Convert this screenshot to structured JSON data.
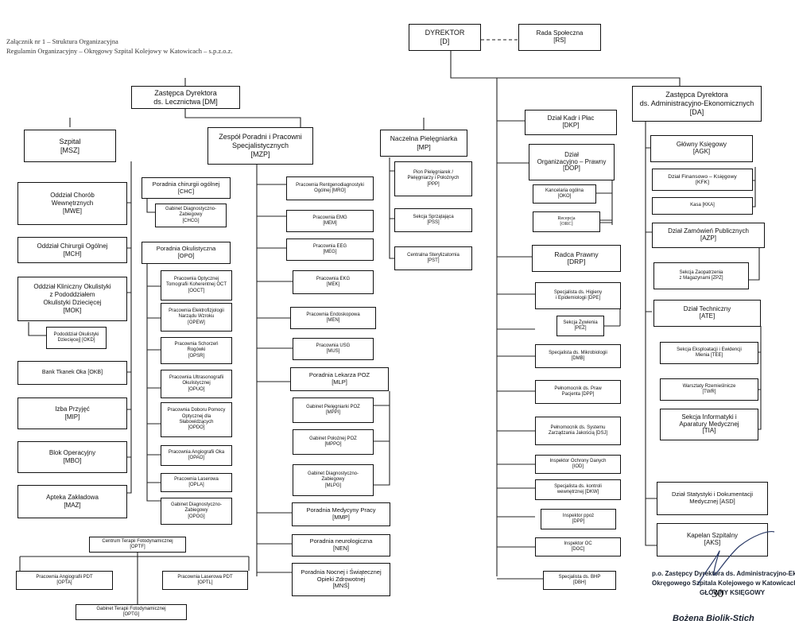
{
  "header": {
    "line1": "Załącznik nr 1 – Struktura Organizacyjna",
    "line2": "Regulamin Organizacyjny – Okręgowy Szpital Kolejowy w Katowicach – s.p.z.o.z."
  },
  "top": {
    "director": "DYREKTOR\n[D]",
    "council": "Rada Społeczna\n[RS]",
    "deputy_medical": "Zastępca Dyrektora\nds. Lecznictwa [DM]",
    "deputy_admin": "Zastępca Dyrektora\nds. Administracyjno-Ekonomicznych\n[DA]"
  },
  "hospital": {
    "head": "Szpital\n[MSZ]",
    "units": [
      "Oddział Chorób\nWewnętrznych\n[MWE]",
      "Oddział Chirurgii Ogólnej\n[MCH]",
      "Oddział Kliniczny Okulistyki\nz Pododdziałem\nOkulistyki Dziecięcej\n[MOK]",
      "Pododdział Okulistyki\nDziecięcej] [OKD]",
      "Bank Tkanek Oka [OKB]",
      "Izba Przyjęć\n[MIP]",
      "Blok Operacyjny\n[MBO]",
      "Apteka Zakładowa\n[MAZ]"
    ]
  },
  "clinics": {
    "head": "Zespół Poradni i Pracowni\nSpecjalistycznych\n[MZP]",
    "surgery": "Poradnia chirurgii ogólnej\n[CHC]",
    "surgery_sub": "Gabinet Diagnostyczno-\nZabiegowy\n[CHCG]",
    "ophthalmo": "Poradnia Okulistyczna\n[OPO]",
    "ophthalmo_subs": [
      "Pracownia Optycznej\nTomografii Koherentnej OCT\n[OOCT]",
      "Pracownia Elektrofizjologii\nNarządu Wzroku\n[OPEW]",
      "Pracownia Schorzeń\nRogówki\n[OPSR]",
      "Pracownia Ultrasonografii\nOkulistycznej\n[OPUO]",
      "Pracownia Doboru Pomocy\nOptycznej dla\nSłabowidzących\n[OPDO]",
      "Pracownia Angiografii Oka\n[OPAO]",
      "Pracownia Laserowa\n[OPLA]",
      "Gabinet Diagnostyczno-\nZabiegowy\n[OPOG]"
    ],
    "pdt": "Centrum Terapii Fotodynamicznej\n[OPTF]",
    "pdt_subs": [
      "Pracownia Angiografii PDT\n[OPTA]",
      "Pracownia Laserowa PDT\n[OPTL]",
      "Gabinet Terapii Fotodynamicznej\n[OPTG]"
    ],
    "labs": [
      "Pracownia Rentgenodiagnostyki\nOgólnej [MRO]",
      "Pracownia EMG\n[MEM]",
      "Pracownia EEG\n[MEG]",
      "Pracownia EKG\n[MEK]",
      "Pracownia Endoskopowa\n[MEN]",
      "Pracownia USG\n[MUS]"
    ],
    "poz": "Poradnia Lekarza POZ\n[MLP]",
    "poz_subs": [
      "Gabinet Pielęgniarki POZ\n[MPPI]",
      "Gabinet Położnej POZ\n[MPPO]",
      "Gabinet Diagnostyczno-\nZabiegowy\n[MLPG]"
    ],
    "other_clinics": [
      "Poradnia Medycyny Pracy\n[MMP]",
      "Poradnia neurologiczna\n[NEN]",
      "Poradnia Nocnej i Świątecznej\nOpieki Zdrowotnej\n[MNŚ]"
    ]
  },
  "nursing": {
    "head": "Naczelna Pielęgniarka\n[MP]",
    "units": [
      "Pion Pielęgniarek /\nPielęgniarzy i Położnych\n[PPP]",
      "Sekcja Sprzątająca\n[PSS]",
      "Centralna Sterylizatornia\n[PST]"
    ]
  },
  "director_units": {
    "items": [
      "Dział Kadr i Płac\n[DKP]",
      "Dział\nOrganizacyjno – Prawny\n[DOP]",
      "Kancelaria ogólna\n[OKO]",
      "Recepcja\n[ORC]",
      "Radca Prawny\n[DRP]",
      "Specjalista ds. Higieny\ni Epidemiologii [DPE]",
      "Sekcja Żywienia\n[PEŻ]",
      "Specjalista ds. Mikrobiologii\n[DMB]",
      "Pełnomocnik ds. Praw\nPacjenta [DPP]",
      "Pełnomocnik ds. Systemu\nZarządzania Jakością [DSJ]",
      "Inspektor Ochrony Danych\n[IOD]",
      "Specjalista ds. kontroli\nwewnętrznej [DKW]",
      "Inspektor ppoż\n[DPP]",
      "Inspektor OC\n[DOC]",
      "Specjalista ds. BHP\n[DBH]"
    ]
  },
  "admin_units": {
    "items": [
      "Główny Księgowy\n[AGK]",
      "Dział Finansowo – Księgowy\n[KFK]",
      "Kasa [KKA]",
      "Dział Zamówień Publicznych\n[AZP]",
      "Sekcja Zaopatrzenia\nz Magazynami [ZPZ]",
      "Dział Techniczny\n[ATE]",
      "Sekcja Eksploatacji i Ewidencji\nMienia [TEE]",
      "Warsztaty Rzemieślnicze\n[TWR]",
      "Sekcja Informatyki i\nAparatury Medycznej\n[TIA]",
      "Dział Statystyki i Dokumentacji\nMedycznej [ASD]",
      "Kapelan Szpitalny\n[AKS]"
    ]
  },
  "footer": {
    "stamp_line1": "p.o. Zastępcy Dyrektora ds. Administracyjno-Ekono",
    "stamp_line2": "Okręgowego Szpitala Kolejowego w Katowicach - s",
    "stamp_line3": "GŁÓWNY KSIĘGOWY",
    "page_number": "30",
    "signer": "Bożena Biolik-Stich"
  }
}
